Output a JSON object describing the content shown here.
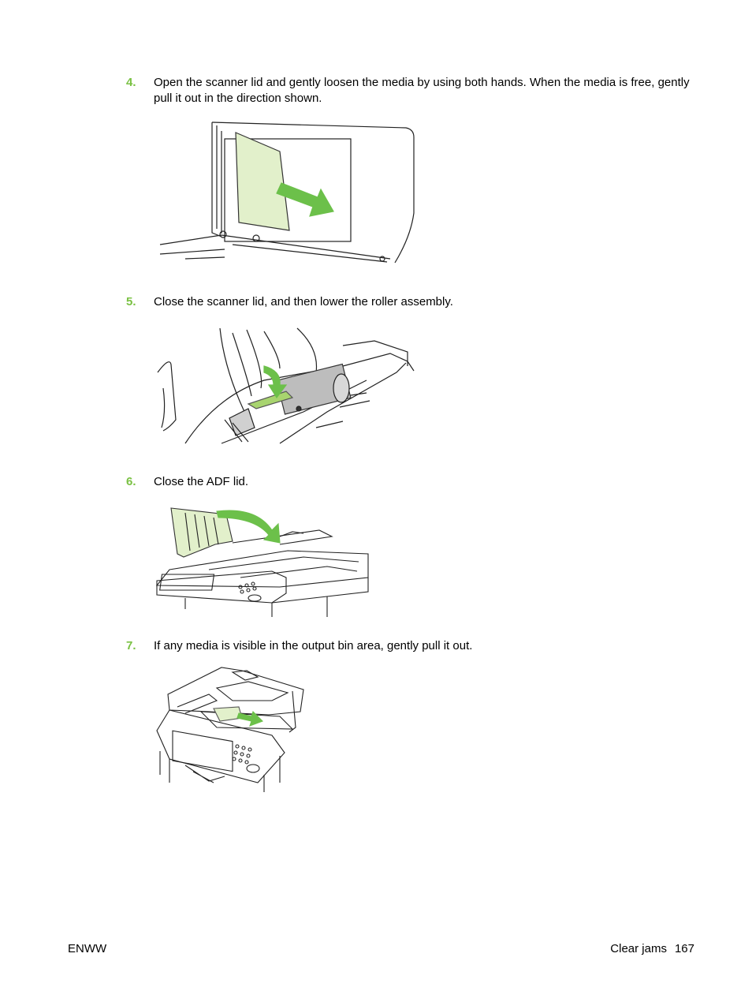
{
  "steps": [
    {
      "number": "4.",
      "text": "Open the scanner lid and gently loosen the media by using both hands. When the media is free, gently pull it out in the direction shown."
    },
    {
      "number": "5.",
      "text": "Close the scanner lid, and then lower the roller assembly."
    },
    {
      "number": "6.",
      "text": "Close the ADF lid."
    },
    {
      "number": "7.",
      "text": "If any media is visible in the output bin area, gently pull it out."
    }
  ],
  "footer": {
    "left": "ENWW",
    "section": "Clear jams",
    "page": "167"
  },
  "colors": {
    "step_number": "#7ac143",
    "arrow": "#6cc04a",
    "media_fill": "#e2f0cb"
  }
}
